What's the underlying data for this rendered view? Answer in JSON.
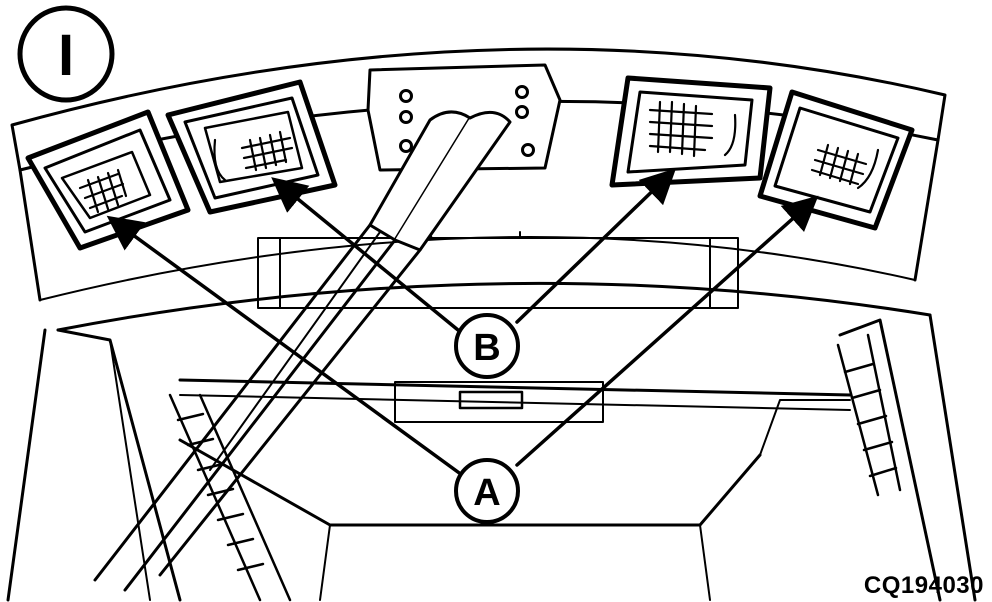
{
  "figure": {
    "panel_marker": "I",
    "callouts": {
      "a": "A",
      "b": "B"
    },
    "figure_id": "CQ194030"
  },
  "colors": {
    "line": "#000000",
    "background": "#ffffff"
  }
}
